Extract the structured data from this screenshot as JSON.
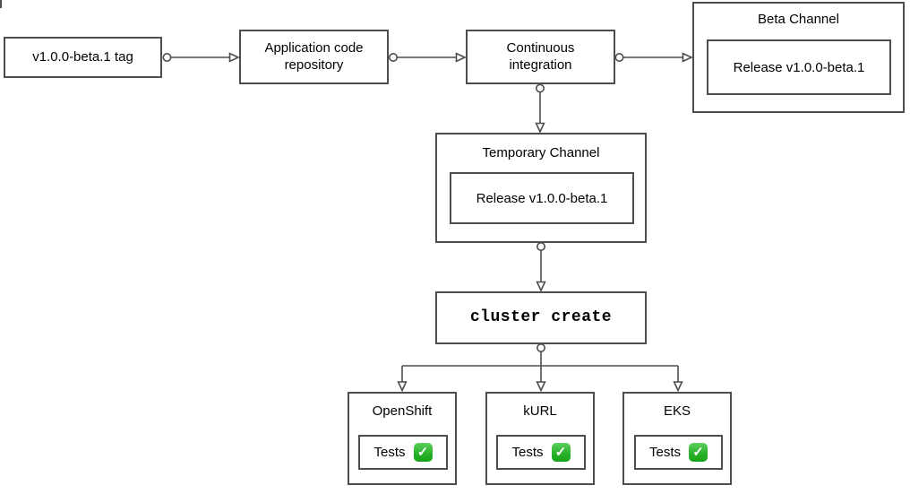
{
  "colors": {
    "shape_stroke": "#4d4d4d",
    "shape_fill": "#ffffff",
    "text": "#000000",
    "check_green": "#2bb32b",
    "check_mark_white": "#ffffff"
  },
  "icons": {
    "tests_status": "check-mark-button-icon",
    "check_glyph": "✓"
  },
  "nodes": {
    "tag": {
      "label": "v1.0.0-beta.1 tag"
    },
    "repo": {
      "label": "Application code repository"
    },
    "ci": {
      "label": "Continuous integration"
    },
    "beta_channel": {
      "title": "Beta Channel",
      "release_label": "Release v1.0.0-beta.1"
    },
    "temp_channel": {
      "title": "Temporary Channel",
      "release_label": "Release v1.0.0-beta.1"
    },
    "cluster_create": {
      "label": "cluster create"
    },
    "clusters": {
      "openshift": {
        "title": "OpenShift",
        "tests_label": "Tests"
      },
      "kurl": {
        "title": "kURL",
        "tests_label": "Tests"
      },
      "eks": {
        "title": "EKS",
        "tests_label": "Tests"
      }
    }
  }
}
